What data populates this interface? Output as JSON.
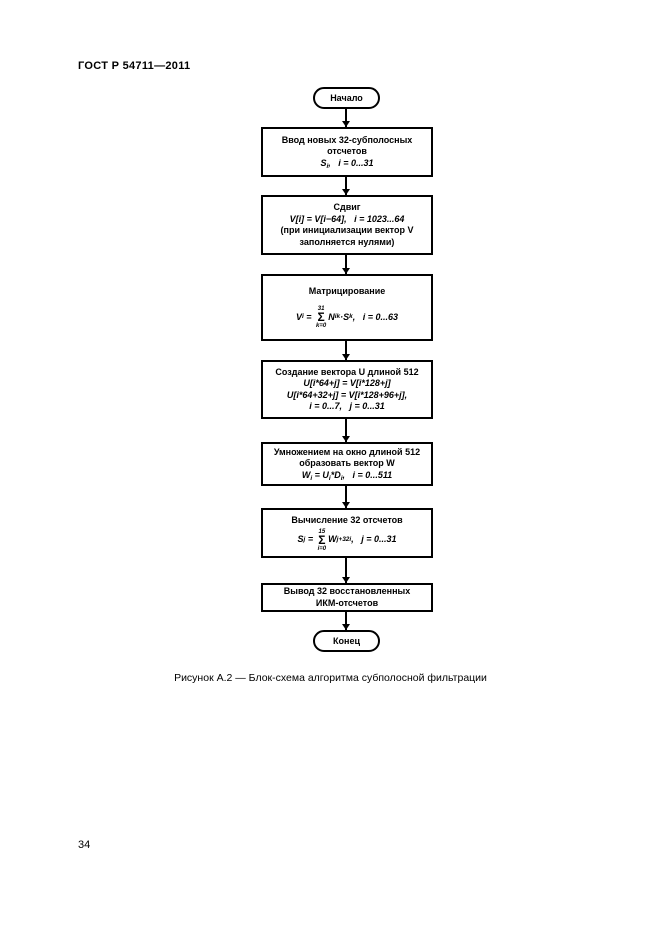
{
  "page": {
    "header": "ГОСТ Р 54711—2011",
    "caption": "Рисунок А.2 — Блок-схема алгоритма субполосной фильтрации",
    "page_number": "34"
  },
  "symbols": {
    "sigma": "Σ"
  },
  "flowchart": {
    "start_label": "Начало",
    "end_label": "Конец",
    "boxes": {
      "input": {
        "line1": "Ввод новых 32-субполосных",
        "line2": "отсчетов",
        "f_var": "S",
        "f_sub": "i",
        "f_rest": ",   i = 0...31"
      },
      "shift": {
        "title": "Сдвиг",
        "formula": "V[i] = V[i−64],   i = 1023...64",
        "note1": "(при инициализации вектор V",
        "note2": "заполняется нулями)"
      },
      "matrix": {
        "title": "Матрицирование",
        "f_lhs": "V",
        "f_lhs_sub": "i",
        "f_eq": " = ",
        "sum_upper": "31",
        "sum_lower": "k=0",
        "f_n": "N",
        "f_n_sub": "ik",
        "f_dot": "·",
        "f_s": "S",
        "f_s_sub": "k",
        "f_rest": ",   i = 0...63"
      },
      "vector_u": {
        "title": "Создание вектора U длиной 512",
        "line2": "U[i*64+j] = V[i*128+j]",
        "line3": "U[i*64+32+j] = V[i*128+96+j],",
        "line4": "i = 0...7,   j = 0...31"
      },
      "window": {
        "line1": "Умножением на окно длиной 512",
        "line2": "образовать вектор W",
        "f_w": "W",
        "f_w_sub": "i",
        "f_mid1": " = U",
        "f_u_sub": "i",
        "f_mid2": "*D",
        "f_d_sub": "i",
        "f_rest": ",   i = 0...511"
      },
      "compute": {
        "title": "Вычисление 32 отсчетов",
        "f_s": "S",
        "f_s_sub": "j",
        "f_eq": " = ",
        "sum_upper": "15",
        "sum_lower": "i=0",
        "f_w": "W",
        "f_w_sub": "j+32i",
        "f_rest": ",   j = 0...31"
      },
      "output": {
        "line1": "Вывод 32 восстановленных",
        "line2": "ИКМ-отсчетов"
      }
    }
  }
}
